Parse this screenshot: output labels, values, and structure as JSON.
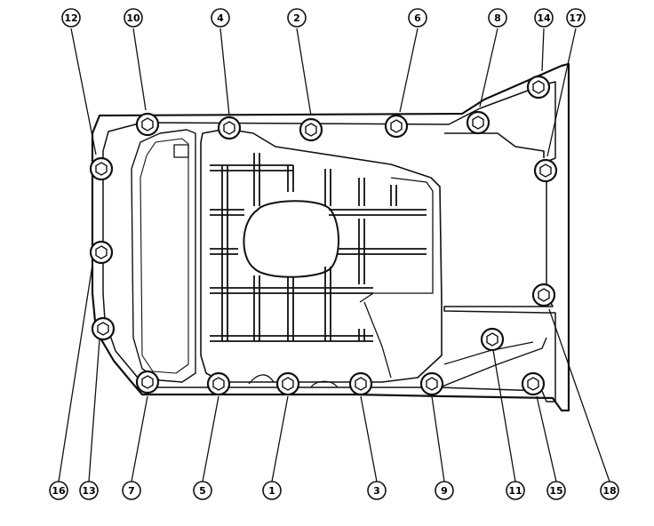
{
  "diagram": {
    "bolt_labels": {
      "b1": "1",
      "b2": "2",
      "b3": "3",
      "b4": "4",
      "b5": "5",
      "b6": "6",
      "b7": "7",
      "b8": "8",
      "b9": "9",
      "b10": "10",
      "b11": "11",
      "b12": "12",
      "b13": "13",
      "b14": "14",
      "b15": "15",
      "b16": "16",
      "b17": "17",
      "b18": "18"
    },
    "line_color": "#111111",
    "background_color": "#ffffff"
  }
}
